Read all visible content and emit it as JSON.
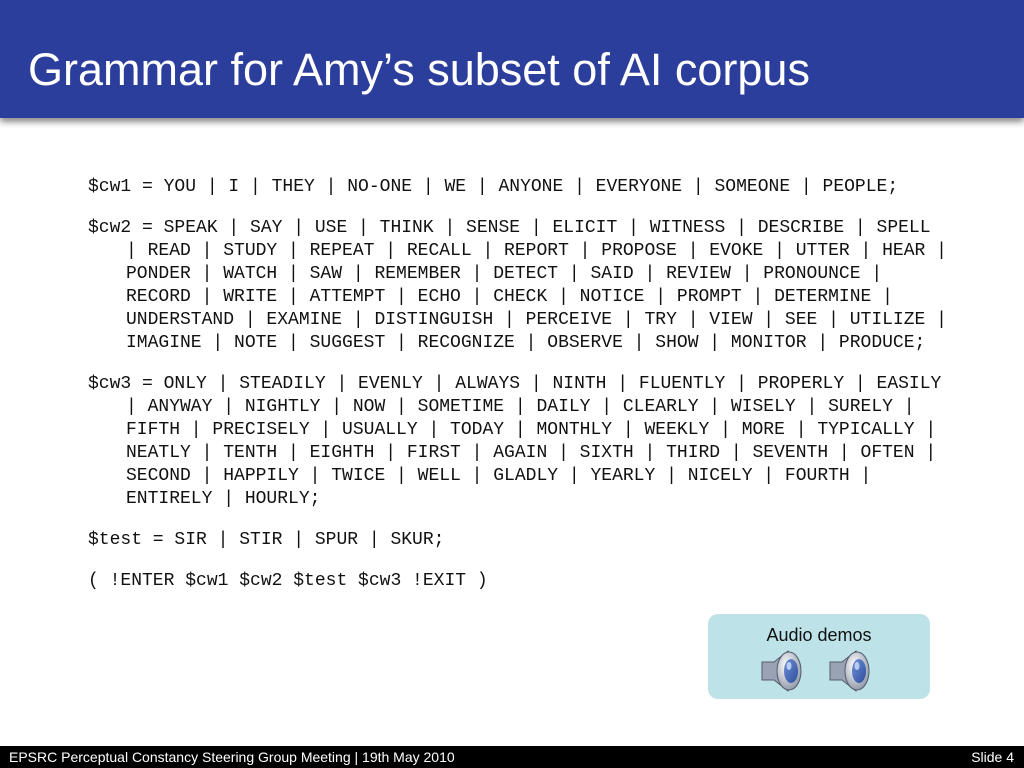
{
  "slide": {
    "title": "Grammar for Amy’s subset of AI corpus"
  },
  "grammar": {
    "rules": [
      "$cw1 = YOU | I | THEY | NO-ONE | WE | ANYONE | EVERYONE | SOMEONE | PEOPLE;",
      "$cw2 = SPEAK | SAY | USE | THINK | SENSE | ELICIT | WITNESS | DESCRIBE | SPELL | READ | STUDY | REPEAT | RECALL | REPORT | PROPOSE | EVOKE | UTTER | HEAR | PONDER | WATCH | SAW | REMEMBER | DETECT | SAID | REVIEW | PRONOUNCE | RECORD | WRITE | ATTEMPT | ECHO | CHECK | NOTICE | PROMPT | DETERMINE | UNDERSTAND | EXAMINE | DISTINGUISH | PERCEIVE | TRY | VIEW | SEE | UTILIZE | IMAGINE | NOTE | SUGGEST | RECOGNIZE | OBSERVE | SHOW | MONITOR | PRODUCE;",
      "$cw3 = ONLY | STEADILY | EVENLY | ALWAYS | NINTH | FLUENTLY | PROPERLY | EASILY | ANYWAY | NIGHTLY | NOW | SOMETIME | DAILY | CLEARLY | WISELY | SURELY | FIFTH | PRECISELY | USUALLY | TODAY | MONTHLY | WEEKLY | MORE | TYPICALLY | NEATLY | TENTH | EIGHTH | FIRST | AGAIN | SIXTH | THIRD | SEVENTH | OFTEN | SECOND | HAPPILY | TWICE | WELL | GLADLY | YEARLY | NICELY | FOURTH | ENTIRELY | HOURLY;",
      "$test = SIR | STIR | SPUR | SKUR;",
      "( !ENTER $cw1 $cw2 $test $cw3 !EXIT )"
    ]
  },
  "audio": {
    "label": "Audio demos",
    "icons": [
      "speaker-icon",
      "speaker-icon"
    ]
  },
  "footer": {
    "left": "EPSRC Perceptual Constancy Steering Group Meeting | 19th May 2010",
    "right": "Slide 4"
  },
  "colors": {
    "title_bar": "#2c3e9c",
    "audio_box": "#bde3e8",
    "footer": "#000000"
  }
}
